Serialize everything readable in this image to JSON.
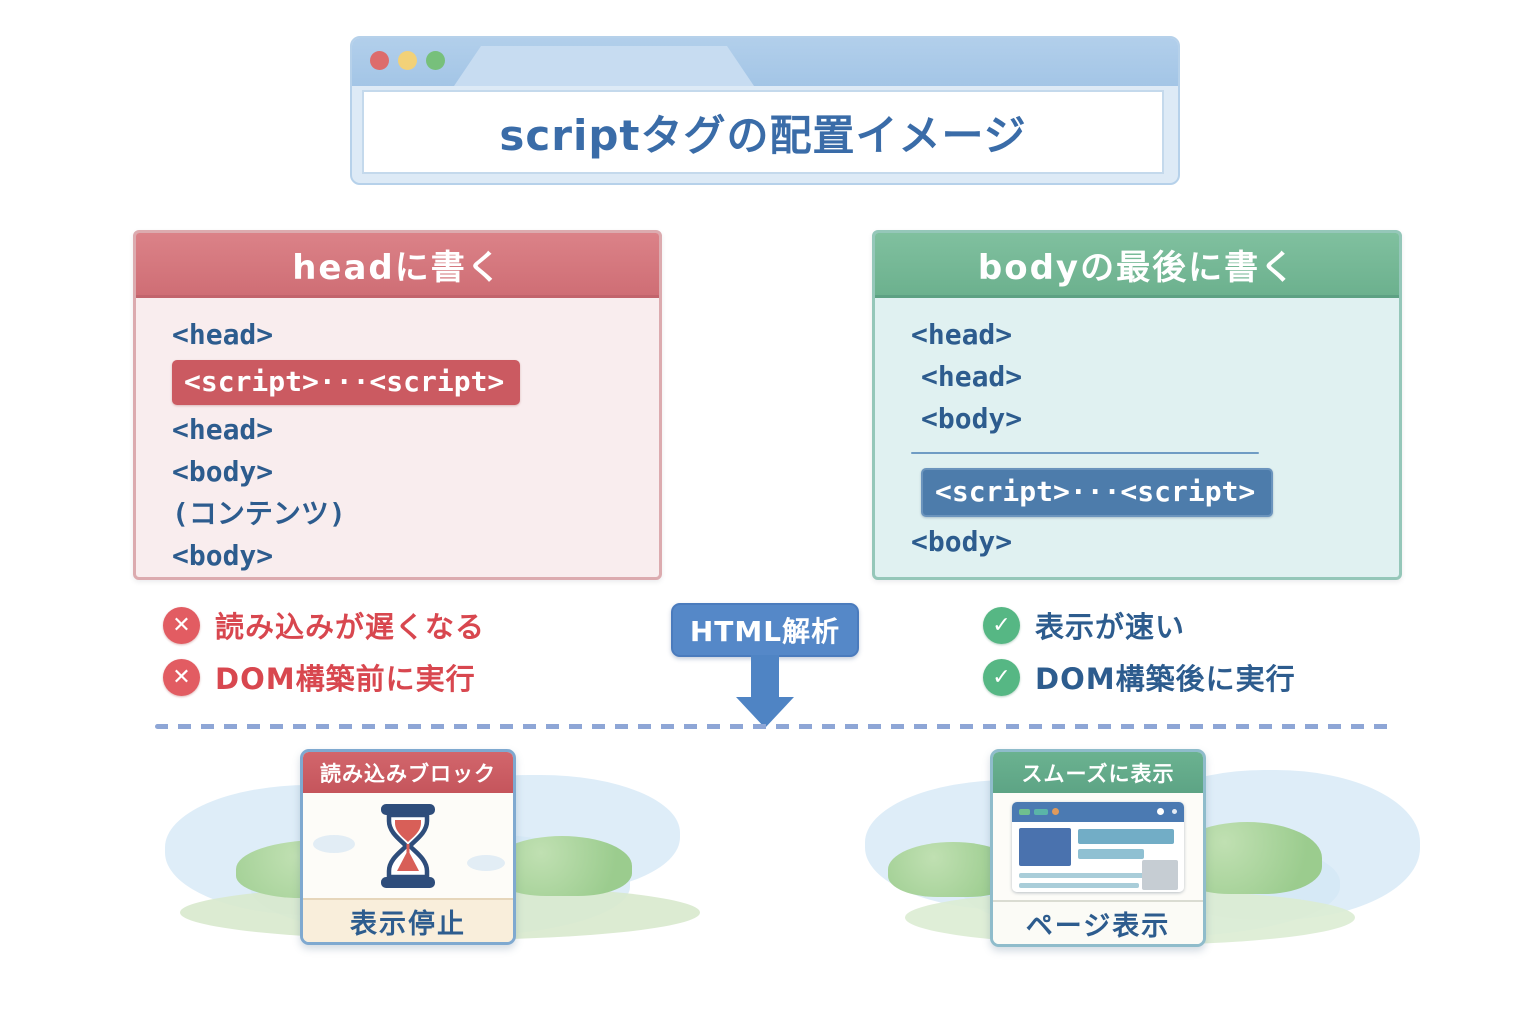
{
  "browser_window": {
    "title": "scriptタグの配置イメージ"
  },
  "head_panel": {
    "header": "headに書く",
    "code": [
      "<head>",
      "<script>···<script>",
      "<head>",
      "<body>",
      "(コンテンツ)",
      "<body>"
    ]
  },
  "body_panel": {
    "header": "bodyの最後に書く",
    "code": [
      "<head>",
      "<head>",
      "<body>",
      "<script>···<script>",
      "<body>"
    ]
  },
  "cons": {
    "items": [
      "読み込みが遅くなる",
      "DOM構築前に実行"
    ]
  },
  "pros": {
    "items": [
      "表示が速い",
      "DOM構築後に実行"
    ]
  },
  "parse": {
    "label": "HTML解析"
  },
  "block_card": {
    "header": "読み込みブロック",
    "caption": "表示停止"
  },
  "smooth_card": {
    "header": "スムーズに表示",
    "caption": "ページ表示"
  },
  "icons": {
    "cross": "✕",
    "check": "✓",
    "hourglass": "hourglass-icon",
    "mini_browser": "browser-page-icon"
  },
  "colors": {
    "title_text": "#3a6ca8",
    "code_text": "#2d5c8e",
    "red_header": "#d4767c",
    "red_panel_bg": "#f9edee",
    "red_highlight": "#cb5a61",
    "green_header": "#76b897",
    "green_panel_bg": "#e0f1f1",
    "blue_highlight": "#4d7cab",
    "con_text": "#d8474f",
    "cross_badge": "#e25c62",
    "check_badge": "#56b784",
    "parse_box": "#5588c8",
    "arrow": "#4f84c4",
    "dashed_line": "#8ea6d6",
    "browser_bar": "#a9c9e8"
  }
}
